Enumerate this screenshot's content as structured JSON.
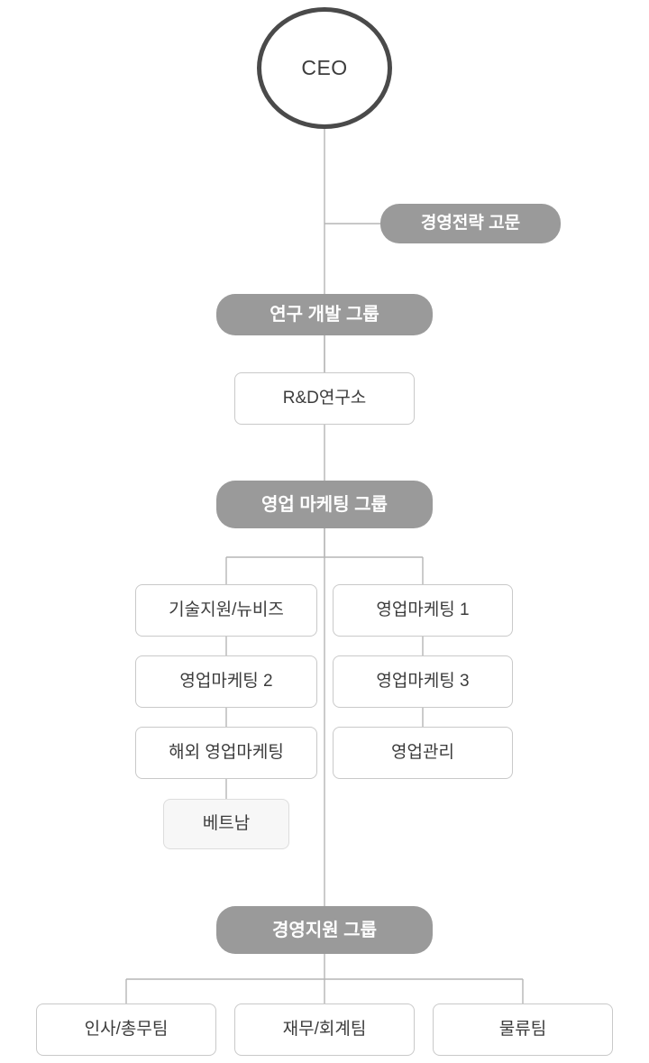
{
  "chart_data": {
    "type": "diagram",
    "title": "",
    "diagram_kind": "organization-chart",
    "colors": {
      "group_fill": "#9a9a9a",
      "group_text": "#ffffff",
      "unit_fill": "#ffffff",
      "unit_border": "#c9c9c9",
      "unit_text": "#3c3c3c",
      "ceo_border": "#4a4a4a",
      "connector": "#b5b5b5",
      "background": "#ffffff"
    },
    "nodes": [
      {
        "id": "ceo",
        "label": "CEO",
        "shape": "circle",
        "style": "ceo"
      },
      {
        "id": "advisor",
        "label": "경영전략 고문",
        "shape": "pill",
        "style": "advisor"
      },
      {
        "id": "rnd_group",
        "label": "연구 개발 그룹",
        "shape": "pill",
        "style": "group"
      },
      {
        "id": "rnd_lab",
        "label": "R&D연구소",
        "shape": "box",
        "style": "unit"
      },
      {
        "id": "sales_group",
        "label": "영업 마케팅 그룹",
        "shape": "pill",
        "style": "group"
      },
      {
        "id": "tech_support",
        "label": "기술지원/뉴비즈",
        "shape": "box",
        "style": "unit"
      },
      {
        "id": "sales_mkt_1",
        "label": "영업마케팅 1",
        "shape": "box",
        "style": "unit"
      },
      {
        "id": "sales_mkt_2",
        "label": "영업마케팅 2",
        "shape": "box",
        "style": "unit"
      },
      {
        "id": "sales_mkt_3",
        "label": "영업마케팅 3",
        "shape": "box",
        "style": "unit"
      },
      {
        "id": "overseas",
        "label": "해외 영업마케팅",
        "shape": "box",
        "style": "unit"
      },
      {
        "id": "sales_admin",
        "label": "영업관리",
        "shape": "box",
        "style": "unit"
      },
      {
        "id": "vietnam",
        "label": "베트남",
        "shape": "box",
        "style": "unit-soft"
      },
      {
        "id": "support_group",
        "label": "경영지원 그룹",
        "shape": "pill",
        "style": "group"
      },
      {
        "id": "hr",
        "label": "인사/총무팀",
        "shape": "box",
        "style": "unit"
      },
      {
        "id": "finance",
        "label": "재무/회계팀",
        "shape": "box",
        "style": "unit"
      },
      {
        "id": "logistics",
        "label": "물류팀",
        "shape": "box",
        "style": "unit"
      }
    ],
    "edges": [
      {
        "from": "ceo",
        "to": "advisor"
      },
      {
        "from": "ceo",
        "to": "rnd_group"
      },
      {
        "from": "rnd_group",
        "to": "rnd_lab"
      },
      {
        "from": "ceo",
        "to": "sales_group"
      },
      {
        "from": "sales_group",
        "to": "tech_support"
      },
      {
        "from": "sales_group",
        "to": "sales_mkt_1"
      },
      {
        "from": "tech_support",
        "to": "sales_mkt_2"
      },
      {
        "from": "sales_mkt_1",
        "to": "sales_mkt_3"
      },
      {
        "from": "sales_mkt_2",
        "to": "overseas"
      },
      {
        "from": "sales_mkt_3",
        "to": "sales_admin"
      },
      {
        "from": "overseas",
        "to": "vietnam"
      },
      {
        "from": "ceo",
        "to": "support_group"
      },
      {
        "from": "support_group",
        "to": "hr"
      },
      {
        "from": "support_group",
        "to": "finance"
      },
      {
        "from": "support_group",
        "to": "logistics"
      }
    ]
  },
  "nodes": {
    "ceo": "CEO",
    "advisor": "경영전략 고문",
    "rnd_group": "연구 개발 그룹",
    "rnd_lab": "R&D연구소",
    "sales_group": "영업 마케팅 그룹",
    "tech_support": "기술지원/뉴비즈",
    "sales_mkt_1": "영업마케팅 1",
    "sales_mkt_2": "영업마케팅 2",
    "sales_mkt_3": "영업마케팅 3",
    "overseas": "해외 영업마케팅",
    "sales_admin": "영업관리",
    "vietnam": "베트남",
    "support_group": "경영지원 그룹",
    "hr": "인사/총무팀",
    "finance": "재무/회계팀",
    "logistics": "물류팀"
  }
}
